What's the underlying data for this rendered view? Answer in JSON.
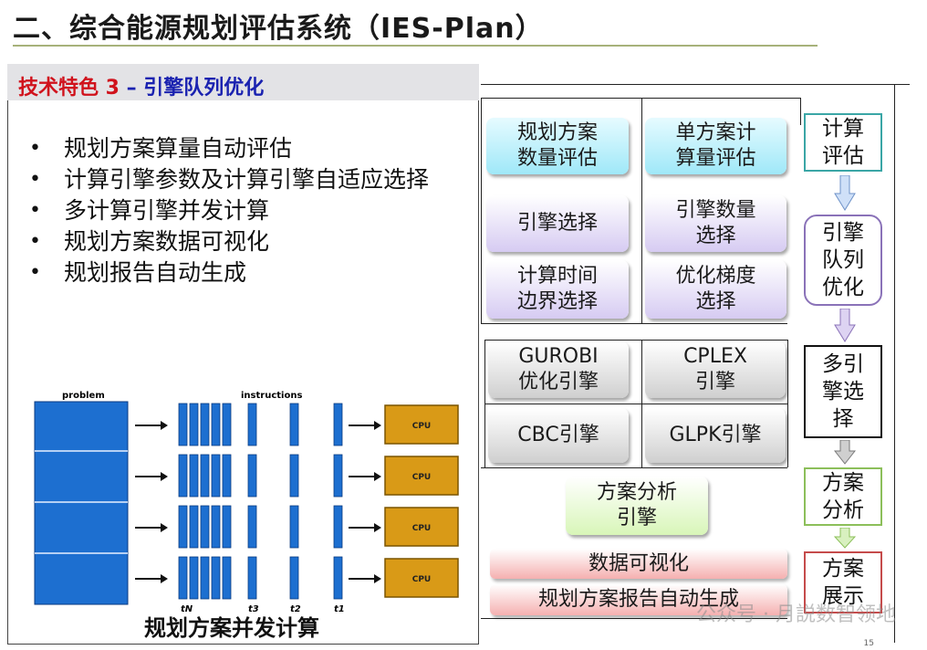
{
  "header": {
    "title": "二、综合能源规划评估系统（IES-Plan）"
  },
  "banner": {
    "prefix": "技术特色 3 ",
    "highlight": "– 引擎队列优化"
  },
  "features": [
    "规划方案算量自动评估",
    "计算引擎参数及计算引擎自适应选择",
    "多计算引擎并发计算",
    "规划方案数据可视化",
    "规划报告自动生成"
  ],
  "diagram": {
    "problem_label": "problem",
    "instructions_label": "instructions",
    "cpu_label": "CPU",
    "time_labels": [
      "tN",
      "t3",
      "t2",
      "t1"
    ],
    "caption": "规划方案并发计算"
  },
  "flow": {
    "eval_boxes": [
      "规划方案\n数量评估",
      "单方案计\n算量评估"
    ],
    "engine_param_boxes": [
      "引擎选择",
      "引擎数量\n选择",
      "计算时间\n边界选择",
      "优化梯度\n选择"
    ],
    "engines": [
      "GUROBI\n优化引擎",
      "CPLEX\n引擎",
      "CBC引擎",
      "GLPK引擎"
    ],
    "analysis_box": "方案分析\n引擎",
    "output_boxes": [
      "数据可视化",
      "规划方案报告自动生成"
    ],
    "steps": [
      "计算\n评估",
      "引擎\n队列\n优化",
      "多引\n擎选\n择",
      "方案\n分析",
      "方案\n展示"
    ],
    "step_colors": [
      "#3aa6a6",
      "#8a72b8",
      "#111111",
      "#8cbf5a",
      "#c54b4b"
    ]
  },
  "watermark": "公众号 · 月説数智领地",
  "page_number": "15"
}
